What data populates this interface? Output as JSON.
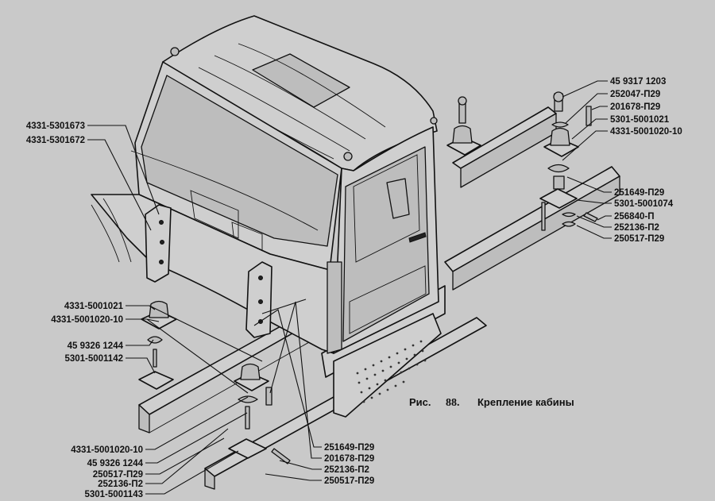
{
  "caption": {
    "prefix": "Рис.",
    "number": "88.",
    "title": "Крепление кабины"
  },
  "labels_top_left": [
    "4331-5301673",
    "4331-5301672"
  ],
  "labels_mid_left": [
    "4331-5001021",
    "4331-5001020-10",
    "45 9326 1244",
    "5301-5001142"
  ],
  "labels_bottom_left": [
    "4331-5001020-10",
    "45 9326 1244",
    "250517-П29",
    "252136-П2",
    "5301-5001143"
  ],
  "labels_bottom_center": [
    "251649-П29",
    "201678-П29",
    "252136-П2",
    "250517-П29"
  ],
  "labels_right_top": [
    "45 9317 1203",
    "252047-П29",
    "201678-П29",
    "5301-5001021",
    "4331-5001020-10"
  ],
  "labels_right_bottom": [
    "251649-П29",
    "5301-5001074",
    "256840-П",
    "252136-П2",
    "250517-П29"
  ]
}
